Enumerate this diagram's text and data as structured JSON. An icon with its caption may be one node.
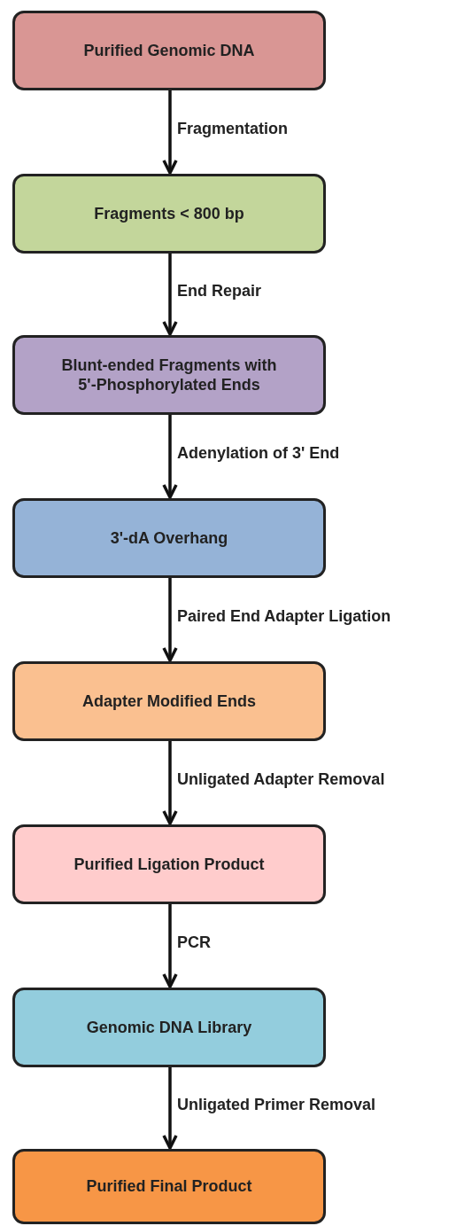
{
  "diagram": {
    "nodes": [
      {
        "text": [
          "Purified Genomic DNA"
        ]
      },
      {
        "text": [
          "Fragments < 800 bp"
        ]
      },
      {
        "text": [
          "Blunt-ended Fragments with 5'-Phosphorylated Ends"
        ]
      },
      {
        "text": [
          "3'-dA Overhang"
        ]
      },
      {
        "text": [
          "Adapter Modified Ends"
        ]
      },
      {
        "text": [
          "Purified Ligation Product"
        ]
      },
      {
        "text": [
          "Genomic DNA Library"
        ]
      },
      {
        "text": [
          "Purified Final Product"
        ]
      }
    ],
    "edges": [
      {
        "from": 0,
        "to": 1,
        "arrow": "to",
        "label": "Fragmentation"
      },
      {
        "from": 1,
        "to": 2,
        "arrow": "to",
        "label": "End Repair"
      },
      {
        "from": 2,
        "to": 3,
        "arrow": "to",
        "label": "Adenylation of 3' End"
      },
      {
        "from": 3,
        "to": 4,
        "arrow": "to",
        "label": "Paired End Adapter Ligation"
      },
      {
        "from": 4,
        "to": 5,
        "arrow": "to",
        "label": "Unligated Adapter Removal"
      },
      {
        "from": 5,
        "to": 6,
        "arrow": "to",
        "label": "PCR"
      },
      {
        "from": 6,
        "to": 7,
        "arrow": "to",
        "label": "Unligated Primer Removal"
      }
    ]
  }
}
